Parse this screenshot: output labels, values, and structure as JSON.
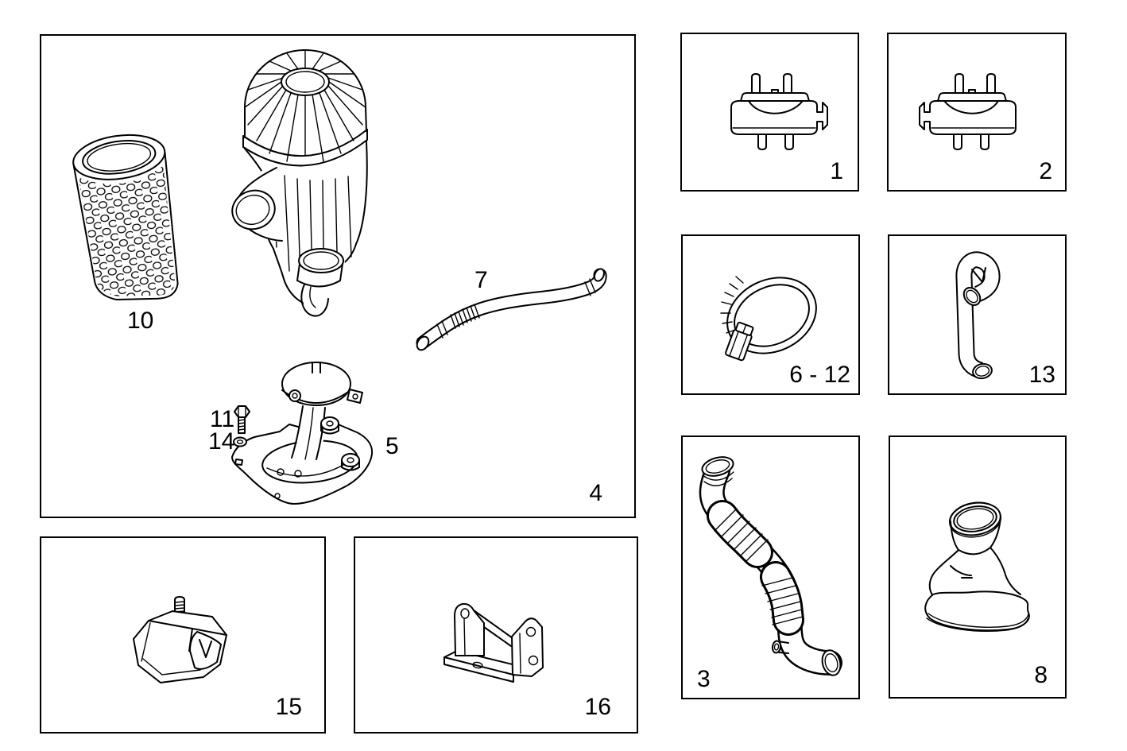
{
  "diagram": {
    "background": "#ffffff",
    "line_color": "#000000",
    "panels": {
      "main": {
        "label": "4"
      },
      "mount_1": {
        "label": "1"
      },
      "mount_2": {
        "label": "2"
      },
      "clamp": {
        "label": "6 - 12"
      },
      "breather_hose": {
        "label": "13"
      },
      "intake_hose": {
        "label": "3"
      },
      "air_intake": {
        "label": "8"
      },
      "engine_mount": {
        "label": "15"
      },
      "mount_bracket": {
        "label": "16"
      }
    },
    "callouts": {
      "filter_element": "10",
      "hose": "7",
      "support_bracket": "5",
      "bolt": "11",
      "washer": "14"
    }
  }
}
